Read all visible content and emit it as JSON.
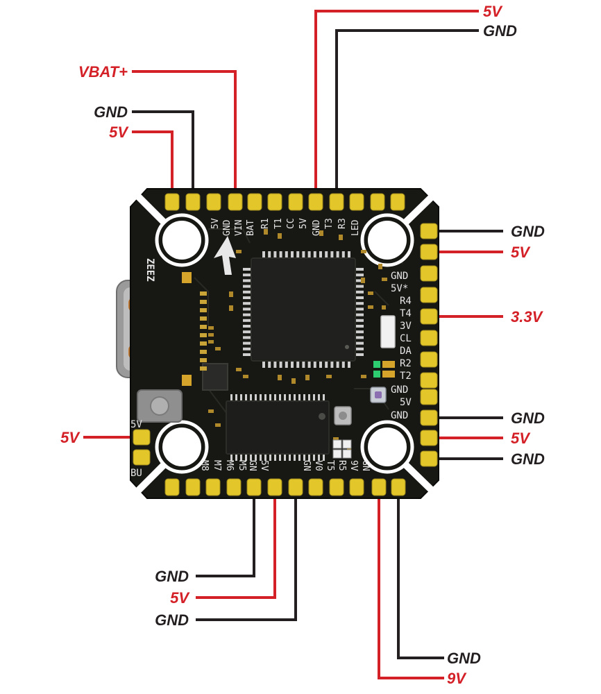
{
  "colors": {
    "power": "#d42027",
    "ground": "#231f20",
    "board": "#171714",
    "pad": "#e3c62a",
    "silk": "#e8e8e8"
  },
  "board": {
    "brand": "ZEEZ",
    "top_pads": [
      "5V",
      "GND",
      "VIN",
      "BAT",
      "R1",
      "T1",
      "CC",
      "5V",
      "GND",
      "T3",
      "R3",
      "LED"
    ],
    "right_pads": [
      "GND",
      "5V*",
      "R4",
      "T4",
      "3V",
      "CL",
      "DA",
      "R2",
      "T2",
      "GND",
      "5V",
      "GND"
    ],
    "bottom_pads": [
      "M8",
      "M7",
      "M6",
      "M5",
      "5V",
      "GN",
      "GN",
      "V0",
      "T5",
      "R5",
      "9V",
      "GN"
    ],
    "left_pads": [
      "5V",
      "BU"
    ]
  },
  "labels": {
    "top_5v": "5V",
    "top_gnd": "GND",
    "vbat": "VBAT+",
    "left_gnd": "GND",
    "left_5v": "5V",
    "right_gnd_1": "GND",
    "right_5v_1": "5V",
    "right_3v3": "3.3V",
    "right_gnd_2": "GND",
    "right_5v_2": "5V",
    "right_gnd_3": "GND",
    "buzzer_5v": "5V",
    "bottom_gnd_1": "GND",
    "bottom_5v": "5V",
    "bottom_gnd_2": "GND",
    "bottom_gnd_3": "GND",
    "bottom_9v": "9V"
  }
}
